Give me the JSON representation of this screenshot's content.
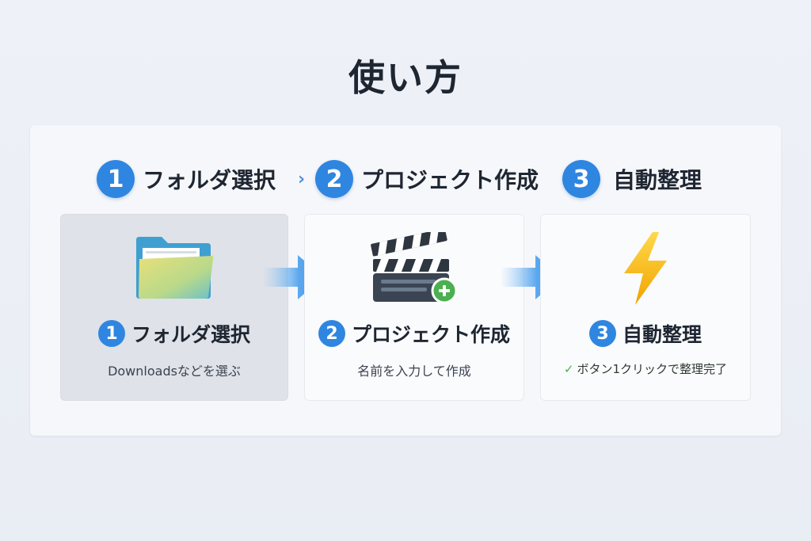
{
  "page": {
    "title": "使い方"
  },
  "steps_header": [
    {
      "number": "1",
      "label": "フォルダ選択"
    },
    {
      "number": "2",
      "label": "プロジェクト作成"
    },
    {
      "number": "3",
      "label": "自動整理"
    }
  ],
  "header_separator": "›",
  "cards": [
    {
      "number": "1",
      "title": "フォルダ選択",
      "description": "Downloadsなどを選ぶ",
      "icon": "folder-icon",
      "selected": true
    },
    {
      "number": "2",
      "title": "プロジェクト作成",
      "description": "名前を入力して作成",
      "icon": "clapperboard-add-icon",
      "selected": false
    },
    {
      "number": "3",
      "title": "自動整理",
      "description": "ボタン1クリックで整理完了",
      "check": "✓",
      "icon": "lightning-icon",
      "selected": false
    }
  ],
  "colors": {
    "accent": "#2f86e0",
    "success": "#4caf50",
    "lightning": "#f5b800",
    "folder": "#5aa9d6"
  }
}
